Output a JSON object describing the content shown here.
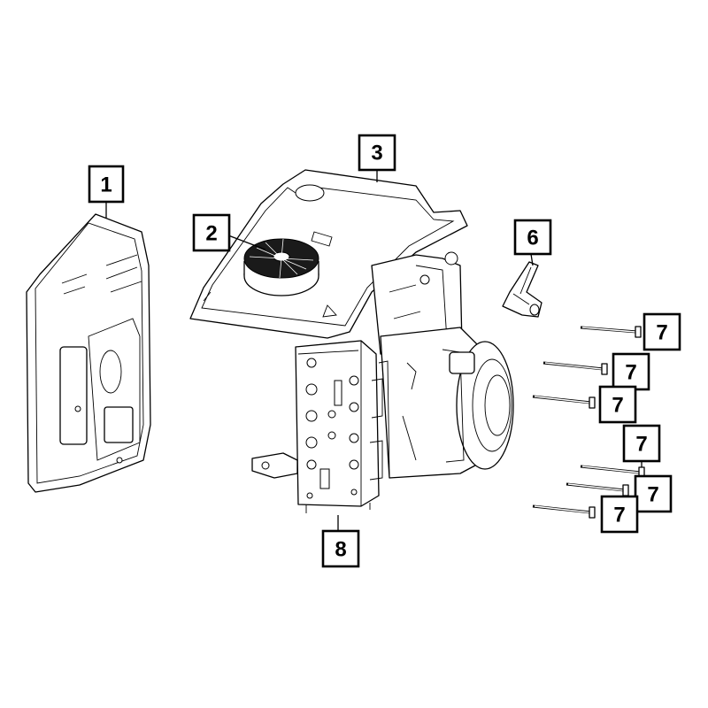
{
  "callouts": [
    {
      "id": "c1",
      "label": "1"
    },
    {
      "id": "c2",
      "label": "2"
    },
    {
      "id": "c3",
      "label": "3"
    },
    {
      "id": "c6",
      "label": "6"
    },
    {
      "id": "c7a",
      "label": "7"
    },
    {
      "id": "c7b",
      "label": "7"
    },
    {
      "id": "c7c",
      "label": "7"
    },
    {
      "id": "c7d",
      "label": "7"
    },
    {
      "id": "c7e",
      "label": "7"
    },
    {
      "id": "c7f",
      "label": "7"
    },
    {
      "id": "c8",
      "label": "8"
    }
  ],
  "colors": {
    "line": "#000000",
    "background": "#ffffff",
    "fill_dark": "#1a1a1a"
  }
}
